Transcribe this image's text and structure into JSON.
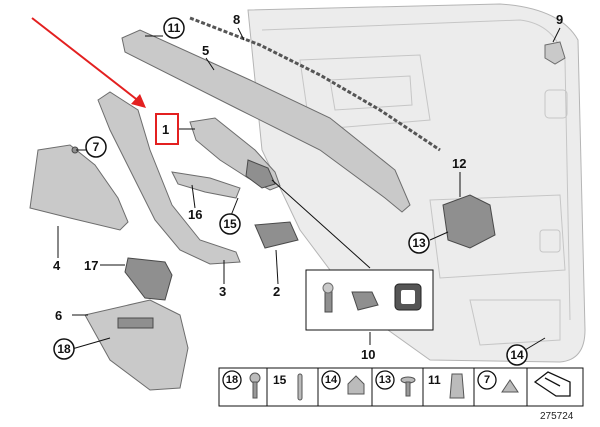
{
  "callouts": {
    "c1": "1",
    "c2": "2",
    "c3": "3",
    "c4": "4",
    "c5": "5",
    "c6": "6",
    "c7": "7",
    "c8": "8",
    "c9": "9",
    "c10": "10",
    "c11": "11",
    "c12": "12",
    "c13": "13",
    "c14": "14",
    "c15": "15",
    "c16": "16",
    "c17": "17",
    "c18": "18"
  },
  "legend": {
    "items": [
      "18",
      "15",
      "14",
      "13",
      "11",
      "7"
    ]
  },
  "reference_number": "275724",
  "colors": {
    "arrow": "#e32020",
    "highlight_box": "#e32020"
  }
}
